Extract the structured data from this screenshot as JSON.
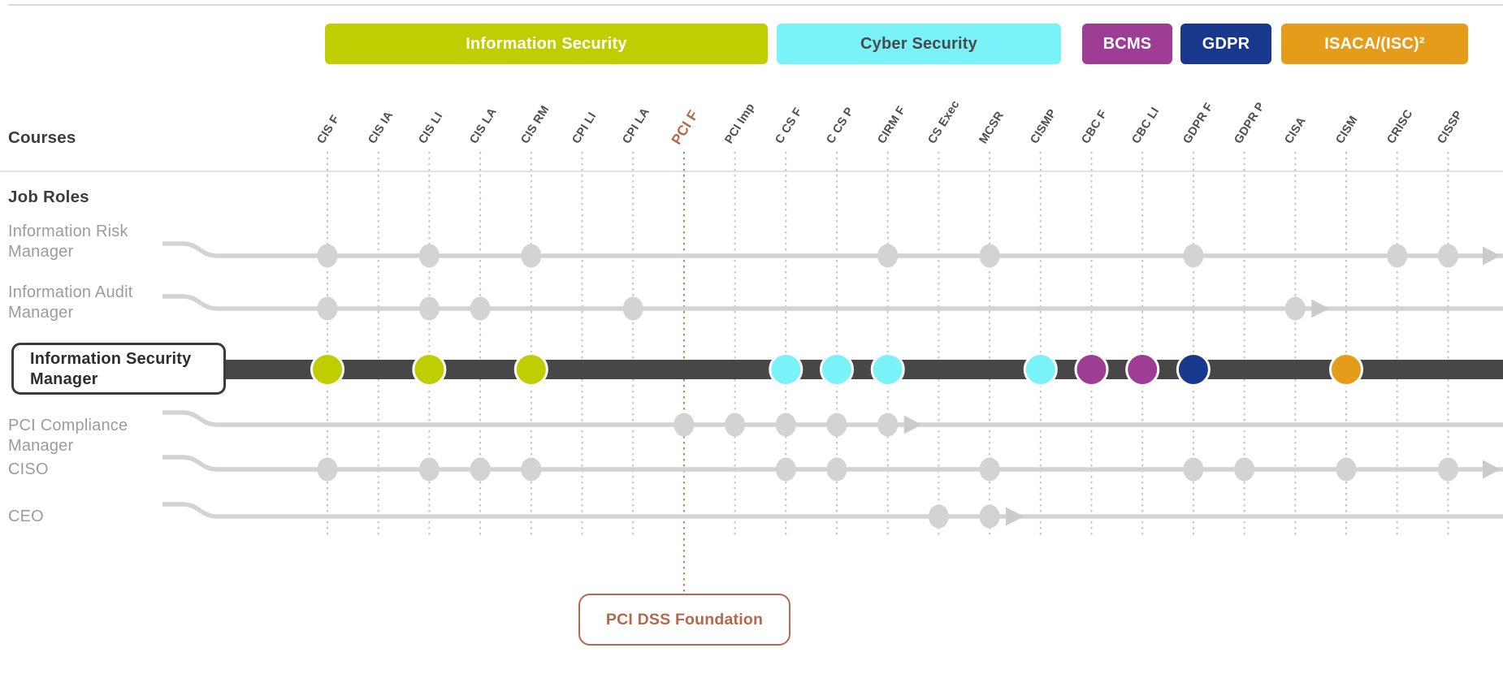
{
  "page": {
    "courses_heading": "Courses",
    "job_roles_heading": "Job Roles"
  },
  "categories": [
    {
      "label": "Information Security",
      "bg": "#c0cd00",
      "text_color": "#ffffff"
    },
    {
      "label": "Cyber Security",
      "bg": "#79f2f8",
      "text_color": "#4a4a4a"
    },
    {
      "label": "BCMS",
      "bg": "#9d3d94",
      "text_color": "#ffffff"
    },
    {
      "label": "GDPR",
      "bg": "#17388c",
      "text_color": "#ffffff"
    },
    {
      "label": "ISACA/(ISC)²",
      "bg": "#e69c1b",
      "text_color": "#ffffff"
    }
  ],
  "courses": [
    {
      "id": "CIS F"
    },
    {
      "id": "CIS IA"
    },
    {
      "id": "CIS LI"
    },
    {
      "id": "CIS LA"
    },
    {
      "id": "CIS RM"
    },
    {
      "id": "CPI LI"
    },
    {
      "id": "CPI LA"
    },
    {
      "id": "PCI F",
      "highlight": true
    },
    {
      "id": "PCI Imp"
    },
    {
      "id": "C CS F"
    },
    {
      "id": "C CS P"
    },
    {
      "id": "CIRM F"
    },
    {
      "id": "CS Exec"
    },
    {
      "id": "MCSR"
    },
    {
      "id": "CISMP"
    },
    {
      "id": "CBC F"
    },
    {
      "id": "CBC LI"
    },
    {
      "id": "GDPR F"
    },
    {
      "id": "GDPR P"
    },
    {
      "id": "CISA"
    },
    {
      "id": "CISM"
    },
    {
      "id": "CRISC"
    },
    {
      "id": "CISSP"
    }
  ],
  "roles": [
    {
      "name": "Information Risk Manager",
      "lines": [
        "Information Risk",
        "Manager"
      ],
      "dots": [
        "CIS F",
        "CIS LI",
        "CIS RM",
        "CIRM F",
        "MCSR",
        "GDPR F",
        "CRISC",
        "CISSP"
      ],
      "end_arrow": true
    },
    {
      "name": "Information Audit Manager",
      "lines": [
        "Information Audit",
        "Manager"
      ],
      "dots": [
        "CIS F",
        "CIS LI",
        "CIS LA",
        "CPI LA",
        "CISA"
      ],
      "arrow_after": "CISA"
    },
    {
      "name": "Information Security Manager",
      "lines": [
        "Information Security",
        "Manager"
      ],
      "type": "highlight",
      "dots": [
        {
          "course": "CIS F",
          "color": "lime"
        },
        {
          "course": "CIS LI",
          "color": "lime"
        },
        {
          "course": "CIS RM",
          "color": "lime"
        },
        {
          "course": "C CS F",
          "color": "cyan"
        },
        {
          "course": "C CS P",
          "color": "cyan"
        },
        {
          "course": "CIRM F",
          "color": "cyan"
        },
        {
          "course": "CISMP",
          "color": "cyan"
        },
        {
          "course": "CBC F",
          "color": "purple"
        },
        {
          "course": "CBC LI",
          "color": "purple"
        },
        {
          "course": "GDPR F",
          "color": "navy"
        },
        {
          "course": "CISM",
          "color": "orange"
        }
      ]
    },
    {
      "name": "PCI Compliance Manager",
      "lines": [
        "PCI Compliance",
        "Manager"
      ],
      "dots": [
        "PCI F",
        "PCI Imp",
        "C CS F",
        "C CS P",
        "CIRM F"
      ],
      "arrow_after": "CIRM F"
    },
    {
      "name": "CISO",
      "lines": [
        "CISO"
      ],
      "dots": [
        "CIS F",
        "CIS LI",
        "CIS LA",
        "CIS RM",
        "C CS F",
        "C CS P",
        "MCSR",
        "GDPR F",
        "GDPR P",
        "CISM",
        "CISSP"
      ],
      "end_arrow": true
    },
    {
      "name": "CEO",
      "lines": [
        "CEO"
      ],
      "dots": [
        "CS Exec",
        "MCSR"
      ],
      "arrow_after": "MCSR"
    }
  ],
  "dot_colors": {
    "lime": "#c0cd00",
    "cyan": "#79f2f8",
    "purple": "#9d3d94",
    "navy": "#17388c",
    "orange": "#e69c1b",
    "gray": "#d3d3d3"
  },
  "highlight_column_color": "#c8794f",
  "callout": {
    "text": "PCI DSS Foundation",
    "course": "PCI F",
    "color": "#b5694a"
  }
}
